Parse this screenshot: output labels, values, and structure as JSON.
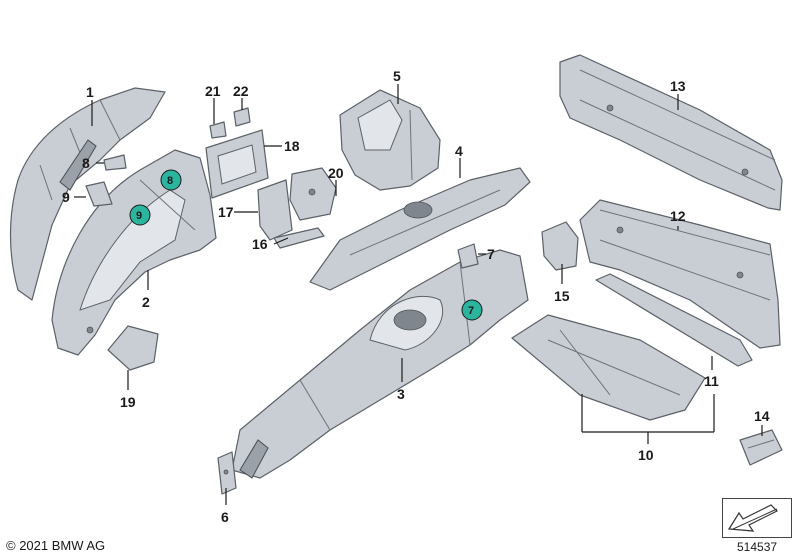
{
  "callouts": [
    "1",
    "2",
    "3",
    "4",
    "5",
    "6",
    "7",
    "8",
    "9",
    "10",
    "11",
    "12",
    "13",
    "14",
    "15",
    "16",
    "17",
    "18",
    "19",
    "20",
    "21",
    "22"
  ],
  "badges": [
    "8",
    "9",
    "7"
  ],
  "colors": {
    "badge_fill": "#2bb59f",
    "line": "#1a1a1a",
    "part": "#c9ced4"
  },
  "footer": {
    "copyright": "© 2021 BMW AG",
    "diagram_number": "514537"
  },
  "nav_icon": "arrow-icon"
}
